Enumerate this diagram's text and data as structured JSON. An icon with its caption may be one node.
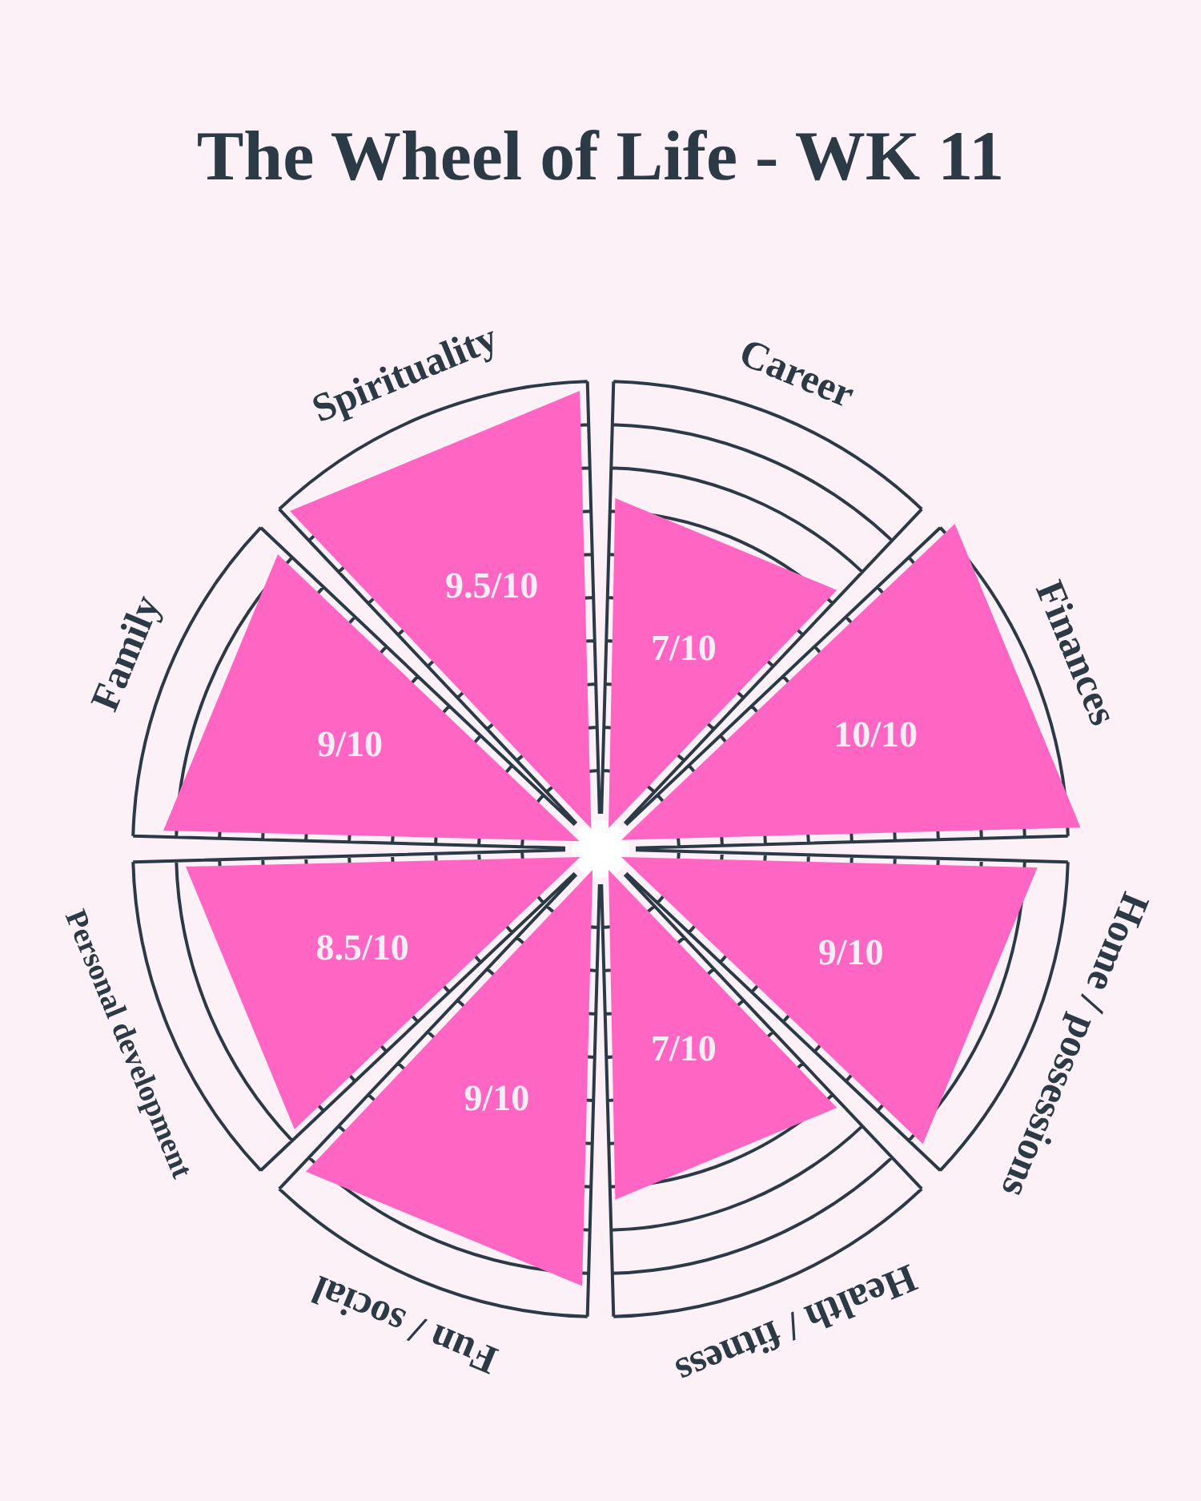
{
  "diagram": {
    "title": "The Wheel of Life - WK 11",
    "nodes": [
      {
        "text": [
          "7/10"
        ],
        "beside": [
          "Career"
        ]
      },
      {
        "text": [
          "10/10"
        ],
        "beside": [
          "Finances"
        ]
      },
      {
        "text": [
          "9/10"
        ],
        "beside": [
          "Home / possessions"
        ]
      },
      {
        "text": [
          "7/10"
        ],
        "beside": [
          "Health / fitness"
        ]
      },
      {
        "text": [
          "9/10"
        ],
        "beside": [
          "Fun / social"
        ]
      },
      {
        "text": [
          "8.5/10"
        ],
        "beside": [
          "Personal development"
        ]
      },
      {
        "text": [
          "9/10"
        ],
        "beside": [
          "Family"
        ]
      },
      {
        "text": [
          "9.5/10"
        ],
        "beside": [
          "Spirituality"
        ]
      }
    ]
  }
}
